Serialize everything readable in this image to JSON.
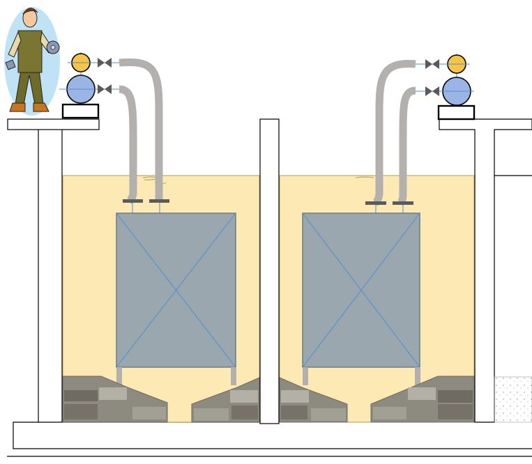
{
  "diagram": {
    "colors": {
      "background": "#ffffff",
      "water": "#fde9b4",
      "water_edge": "#b49a55",
      "module_fill": "#9aa7ae",
      "module_border": "#6f7a83",
      "module_diagonal": "#4b8fd1",
      "hose": "#b3b0ae",
      "pump_blue": "#9bb4e6",
      "pump_yellow": "#f6c547",
      "pipe_blue": "#4b8fd1",
      "valve": "#5a5a5a",
      "header_bar": "#5b5b5b",
      "concrete": "#8d8a80",
      "concrete_light": "#b3b0a6",
      "concrete_dark": "#6f6b63",
      "wall_line": "#000000"
    },
    "icons": {
      "worker": "maintenance-worker-icon",
      "pump": "pump-icon",
      "valve": "gate-valve-icon"
    },
    "tanks": [
      {
        "id": "left-tank",
        "membrane_module": "membrane-module",
        "pumps": 2,
        "valves": 2,
        "hoses": 2
      },
      {
        "id": "right-tank",
        "membrane_module": "membrane-module",
        "pumps": 2,
        "valves": 2,
        "hoses": 2
      }
    ]
  }
}
